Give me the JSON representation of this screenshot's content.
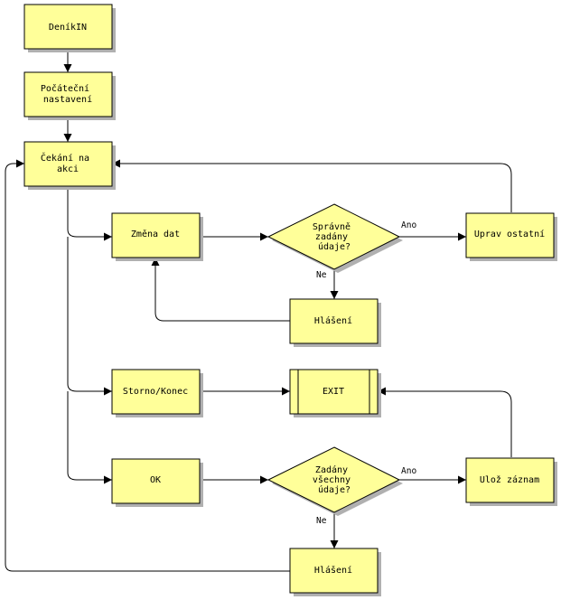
{
  "colors": {
    "node_fill": "#ffff99",
    "shadow": "#b0b0b0",
    "stroke": "#000000"
  },
  "nodes": {
    "denikin": [
      "DeníkIN"
    ],
    "initial_settings": [
      "Počáteční",
      "nastavení"
    ],
    "wait_action": [
      "Čekání na",
      "akci"
    ],
    "change_data": [
      "Změna dat"
    ],
    "decision_correct": [
      "Správně",
      "zadány",
      "údaje?"
    ],
    "update_others": [
      "Uprav ostatní"
    ],
    "message_1": [
      "Hlášení"
    ],
    "cancel_end": [
      "Storno/Konec"
    ],
    "exit": [
      "EXIT"
    ],
    "ok": [
      "OK"
    ],
    "decision_all": [
      "Zadány",
      "všechny",
      "údaje?"
    ],
    "save_record": [
      "Ulož záznam"
    ],
    "message_2": [
      "Hlášení"
    ]
  },
  "edges": {
    "yes_1": "Ano",
    "no_1": "Ne",
    "yes_2": "Ano",
    "no_2": "Ne"
  }
}
